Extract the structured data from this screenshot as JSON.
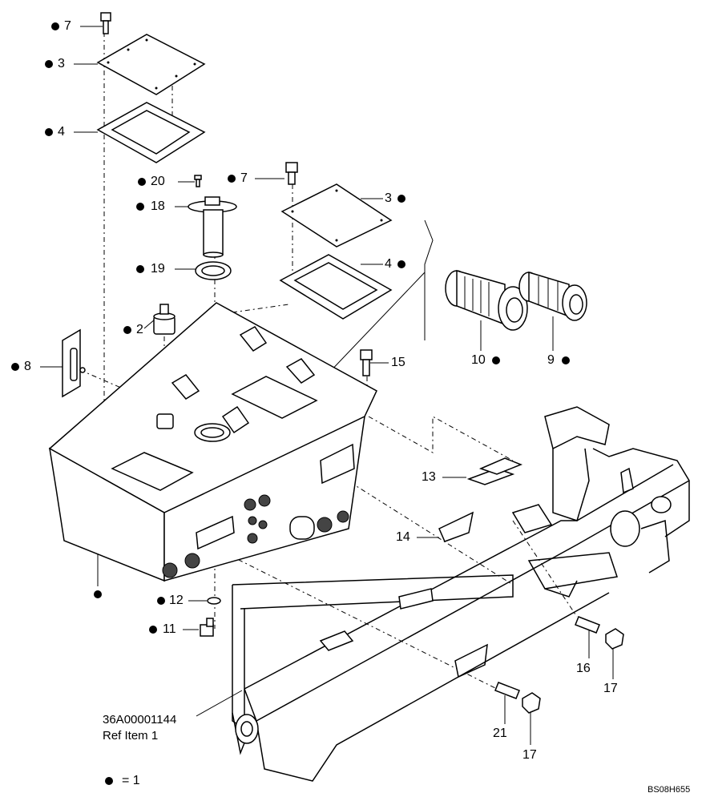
{
  "callouts": [
    {
      "id": "c7a",
      "text": "7",
      "dot": "left"
    },
    {
      "id": "c3a",
      "text": "3",
      "dot": "left"
    },
    {
      "id": "c4a",
      "text": "4",
      "dot": "left"
    },
    {
      "id": "c20",
      "text": "20",
      "dot": "left"
    },
    {
      "id": "c7b",
      "text": "7",
      "dot": "left"
    },
    {
      "id": "c18",
      "text": "18",
      "dot": "left"
    },
    {
      "id": "c3b",
      "text": "3",
      "dot": "right"
    },
    {
      "id": "c4b",
      "text": "4",
      "dot": "right"
    },
    {
      "id": "c19",
      "text": "19",
      "dot": "left"
    },
    {
      "id": "c2",
      "text": "2",
      "dot": "left"
    },
    {
      "id": "c8",
      "text": "8",
      "dot": "left"
    },
    {
      "id": "c15",
      "text": "15",
      "dot": "none"
    },
    {
      "id": "c10",
      "text": "10",
      "dot": "right"
    },
    {
      "id": "c9",
      "text": "9",
      "dot": "right"
    },
    {
      "id": "c13",
      "text": "13",
      "dot": "none"
    },
    {
      "id": "c14",
      "text": "14",
      "dot": "none"
    },
    {
      "id": "c12",
      "text": "12",
      "dot": "left"
    },
    {
      "id": "c11",
      "text": "11",
      "dot": "left"
    },
    {
      "id": "c16",
      "text": "16",
      "dot": "none"
    },
    {
      "id": "c17a",
      "text": "17",
      "dot": "none"
    },
    {
      "id": "c21",
      "text": "21",
      "dot": "none"
    },
    {
      "id": "c17b",
      "text": "17",
      "dot": "none"
    }
  ],
  "reference": {
    "part_number": "36A00001144",
    "note": "Ref Item 1"
  },
  "legend": {
    "text": "= 1"
  },
  "drawing_code": "BS08H655"
}
